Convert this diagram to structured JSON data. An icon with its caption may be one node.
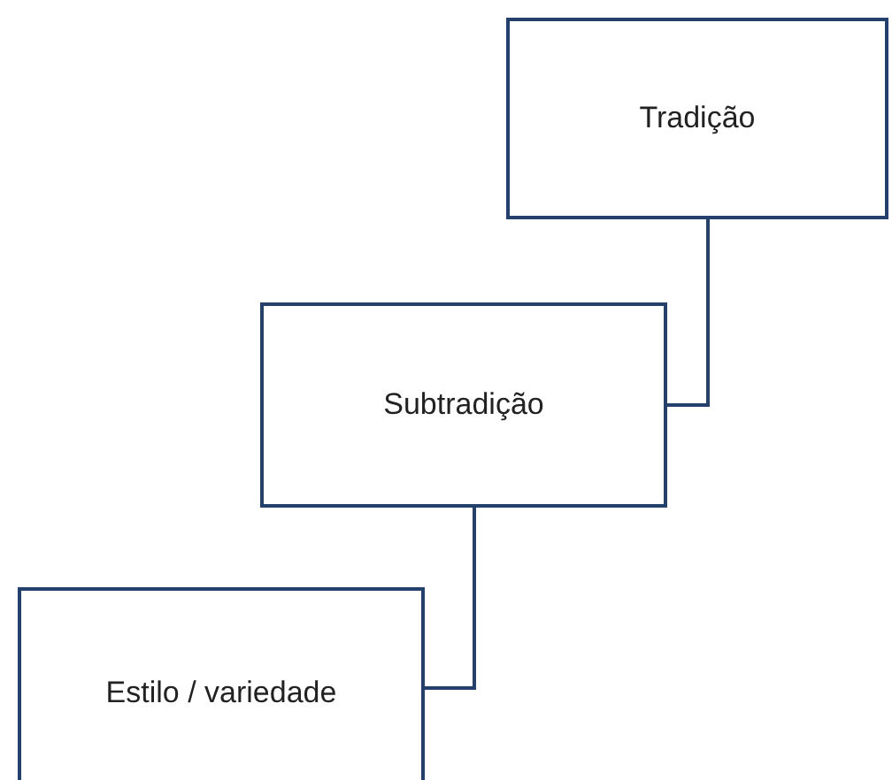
{
  "diagram": {
    "nodes": [
      {
        "text": [
          "Tradição"
        ]
      },
      {
        "text": [
          "Subtradição"
        ]
      },
      {
        "text": [
          "Estilo / variedade"
        ]
      }
    ],
    "edges": [
      {
        "from": 0,
        "to": 1,
        "arrow": "none"
      },
      {
        "from": 1,
        "to": 2,
        "arrow": "none"
      }
    ]
  }
}
